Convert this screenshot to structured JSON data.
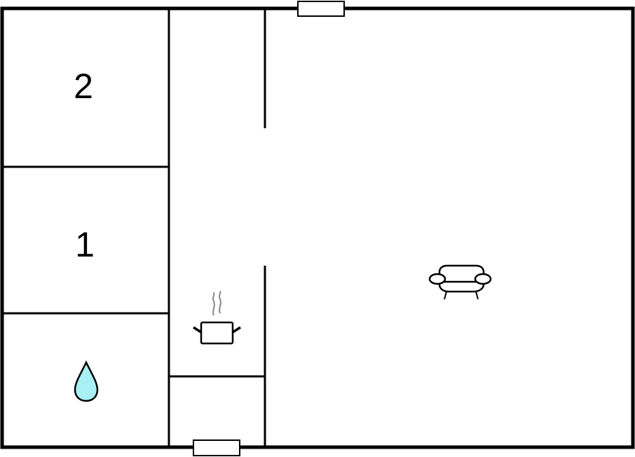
{
  "floorplan": {
    "rooms": [
      {
        "id": "bedroom-2",
        "label": "2"
      },
      {
        "id": "bedroom-1",
        "label": "1"
      },
      {
        "id": "bathroom",
        "icon": "water-drop-icon"
      },
      {
        "id": "kitchen",
        "icon": "cooking-pot-icon"
      },
      {
        "id": "living-room",
        "icon": "sofa-icon"
      },
      {
        "id": "entry"
      }
    ],
    "windows": [
      {
        "id": "window-top"
      },
      {
        "id": "window-bottom"
      }
    ],
    "colors": {
      "wall": "#000000",
      "background": "#ffffff",
      "water_drop": "#a8f0f4",
      "steam": "#888888"
    }
  }
}
